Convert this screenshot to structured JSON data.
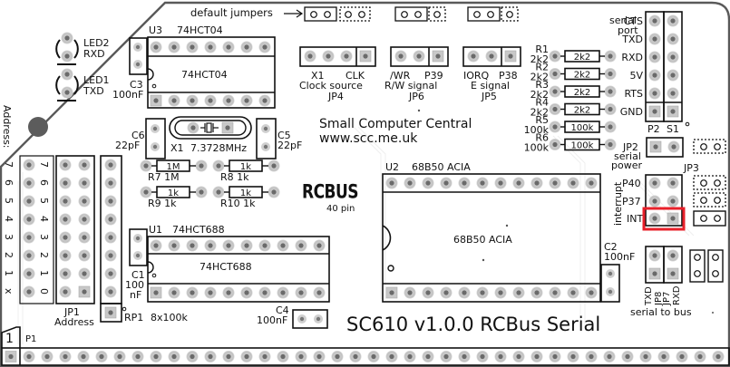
{
  "board": {
    "title": "SC610 v1.0.0 RCBus Serial",
    "maker": "Small Computer Central",
    "url": "www.scc.me.uk",
    "logo": "RCBUS",
    "logo_sub": "40 pin",
    "highlight_color": "#e8202a",
    "outline_color": "#555555"
  },
  "default_jumpers_label": "default jumpers",
  "leds": [
    {
      "ref": "LED2",
      "name": "RXD"
    },
    {
      "ref": "LED1",
      "name": "TXD"
    }
  ],
  "ics": [
    {
      "ref": "U3",
      "part": "74HCT04",
      "body": "74HCT04"
    },
    {
      "ref": "U1",
      "part": "74HCT688",
      "body": "74HCT688"
    },
    {
      "ref": "U2",
      "part": "68B50 ACIA",
      "body": "68B50 ACIA"
    }
  ],
  "capacitors": [
    {
      "ref": "C3",
      "value": "100nF"
    },
    {
      "ref": "C6",
      "value": "22pF"
    },
    {
      "ref": "C5",
      "value": "22pF"
    },
    {
      "ref": "C1",
      "value": "100",
      "value2": "nF"
    },
    {
      "ref": "C4",
      "value": "100nF"
    },
    {
      "ref": "C2",
      "value": "100nF"
    }
  ],
  "crystal": {
    "ref": "X1",
    "value": "7.3728MHz"
  },
  "resistors": [
    {
      "ref": "R7",
      "value": "1M",
      "label": "R7  1M"
    },
    {
      "ref": "R8",
      "value": "1k",
      "label": "R8  1k"
    },
    {
      "ref": "R9",
      "value": "1k",
      "label": "R9  1k"
    },
    {
      "ref": "R10",
      "value": "1k",
      "label": "R10  1k"
    },
    {
      "ref": "R1",
      "value": "2k2"
    },
    {
      "ref": "R2",
      "value": "2k2"
    },
    {
      "ref": "R3",
      "value": "2k2"
    },
    {
      "ref": "R4",
      "value": "2k2"
    },
    {
      "ref": "R5",
      "value": "100k"
    },
    {
      "ref": "R6",
      "value": "100k"
    }
  ],
  "jumpers": {
    "jp4": {
      "ref": "JP4",
      "left": "X1",
      "right": "CLK",
      "desc": "Clock source"
    },
    "jp6": {
      "ref": "JP6",
      "left": "/WR",
      "right": "P39",
      "desc": "R/W signal"
    },
    "jp5": {
      "ref": "JP5",
      "left": "IORQ",
      "right": "P38",
      "desc": "E signal"
    },
    "jp2": {
      "ref": "JP2",
      "desc1": "serial",
      "desc2": "power"
    },
    "jp3": {
      "ref": "JP3",
      "side_label": "interrupt",
      "rows": [
        "P40",
        "P37",
        "INT"
      ]
    },
    "jp1": {
      "ref": "JP1",
      "desc": "Address"
    },
    "jp8": {
      "ref": "JP8",
      "signal": "TXD"
    },
    "jp7": {
      "ref": "JP7",
      "signal": "RXD"
    },
    "serial_to_bus": "serial to bus"
  },
  "address": {
    "label": "Address:",
    "left_numbers": [
      "7",
      "6",
      "5",
      "4",
      "3",
      "2",
      "1",
      "x"
    ],
    "right_numbers": [
      "7",
      "6",
      "5",
      "4",
      "3",
      "2",
      "1",
      "0"
    ]
  },
  "resistor_network": {
    "ref": "RP1",
    "value": "8x100k"
  },
  "serial_port": {
    "label1": "serial",
    "label2": "port",
    "pins": [
      "CTS",
      "TXD",
      "RXD",
      "5V",
      "RTS",
      "GND"
    ],
    "p2": "P2",
    "s1": "S1"
  },
  "bus_connector": {
    "ref": "P1",
    "pin1": "1",
    "pins": 40
  }
}
